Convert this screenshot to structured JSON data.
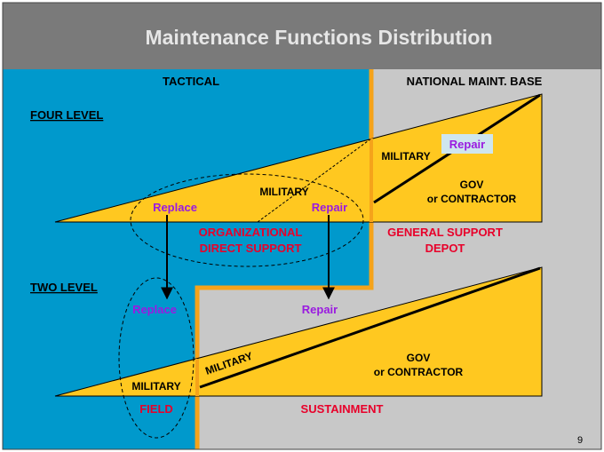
{
  "title": "Maintenance Functions Distribution",
  "page_number": "9",
  "header": {
    "tactical": "TACTICAL",
    "national_base": "NATIONAL MAINT. BASE"
  },
  "four_level": {
    "label": "FOUR LEVEL",
    "military_center": "MILITARY",
    "replace": "Replace",
    "repair_left": "Repair",
    "military_right": "MILITARY",
    "repair_box": "Repair",
    "gov": "GOV",
    "or_contractor": "or CONTRACTOR",
    "org_line1": "ORGANIZATIONAL",
    "org_line2": "DIRECT SUPPORT",
    "gs_line1": "GENERAL SUPPORT",
    "gs_line2": "DEPOT"
  },
  "two_level": {
    "label": "TWO LEVEL",
    "replace": "Replace",
    "repair": "Repair",
    "military_slanted": "MILITARY",
    "military_bottom": "MILITARY",
    "gov": "GOV",
    "or_contractor": "or CONTRACTOR",
    "field": "FIELD",
    "sustainment": "SUSTAINMENT"
  },
  "colors": {
    "header_bar": "#7a7a7a",
    "title_text": "#e6e6e6",
    "tactical_blue": "#0099cc",
    "national_gray": "#c8c8c8",
    "orange_divider": "#f5a31a",
    "wedge_yellow": "#ffc820",
    "red_label": "#e8002a",
    "purple_label": "#9a1ae0",
    "repair_box_bg": "#cfe6ee"
  }
}
